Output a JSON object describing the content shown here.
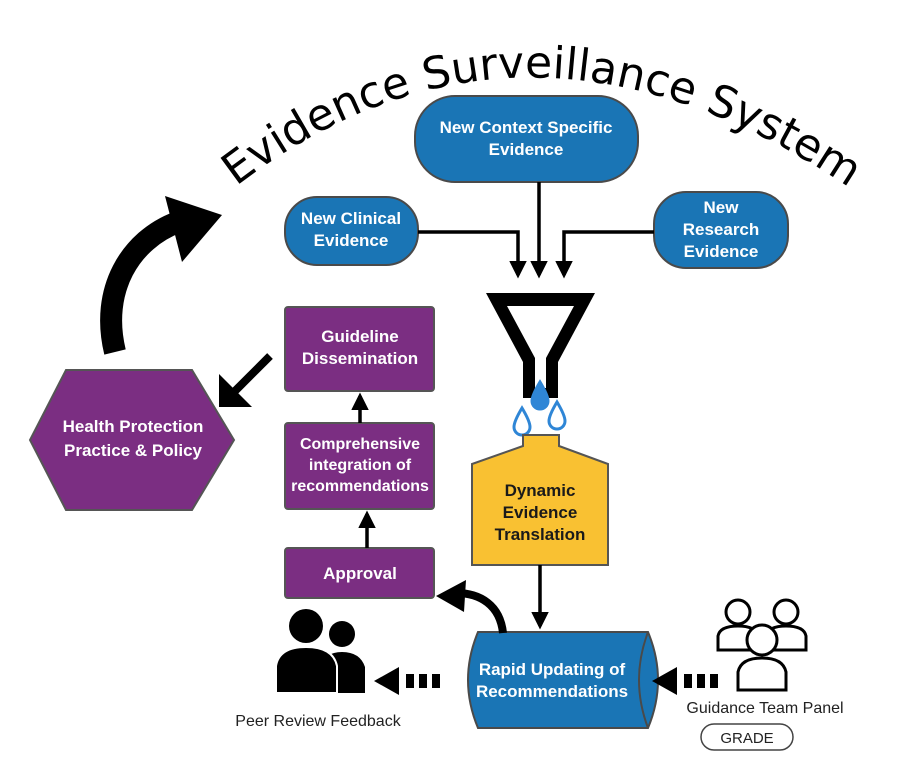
{
  "title": "Evidence Surveillance System",
  "nodes": {
    "context_line1": "New Context Specific",
    "context_line2": "Evidence",
    "clinical_line1": "New Clinical",
    "clinical_line2": "Evidence",
    "research_line1": "New",
    "research_line2": "Research",
    "research_line3": "Evidence",
    "translation_line1": "Dynamic",
    "translation_line2": "Evidence",
    "translation_line3": "Translation",
    "rapid_line1": "Rapid Updating of",
    "rapid_line2": "Recommendations",
    "approval": "Approval",
    "integration_line1": "Comprehensive",
    "integration_line2": "integration of",
    "integration_line3": "recommendations",
    "dissemination_line1": "Guideline",
    "dissemination_line2": "Dissemination",
    "practice_line1": "Health Protection",
    "practice_line2": "Practice & Policy"
  },
  "labels": {
    "peer_review": "Peer Review Feedback",
    "guidance_team": "Guidance Team Panel",
    "grade": "GRADE"
  },
  "colors": {
    "blue": "#1a75b5",
    "purple": "#7b2e82",
    "yellow": "#f9c132",
    "drop": "#2f86d6",
    "black": "#000000"
  },
  "icons": [
    "funnel-icon",
    "water-drop-icon",
    "people-silhouette-icon",
    "people-outline-icon",
    "curved-arrow-icon"
  ]
}
